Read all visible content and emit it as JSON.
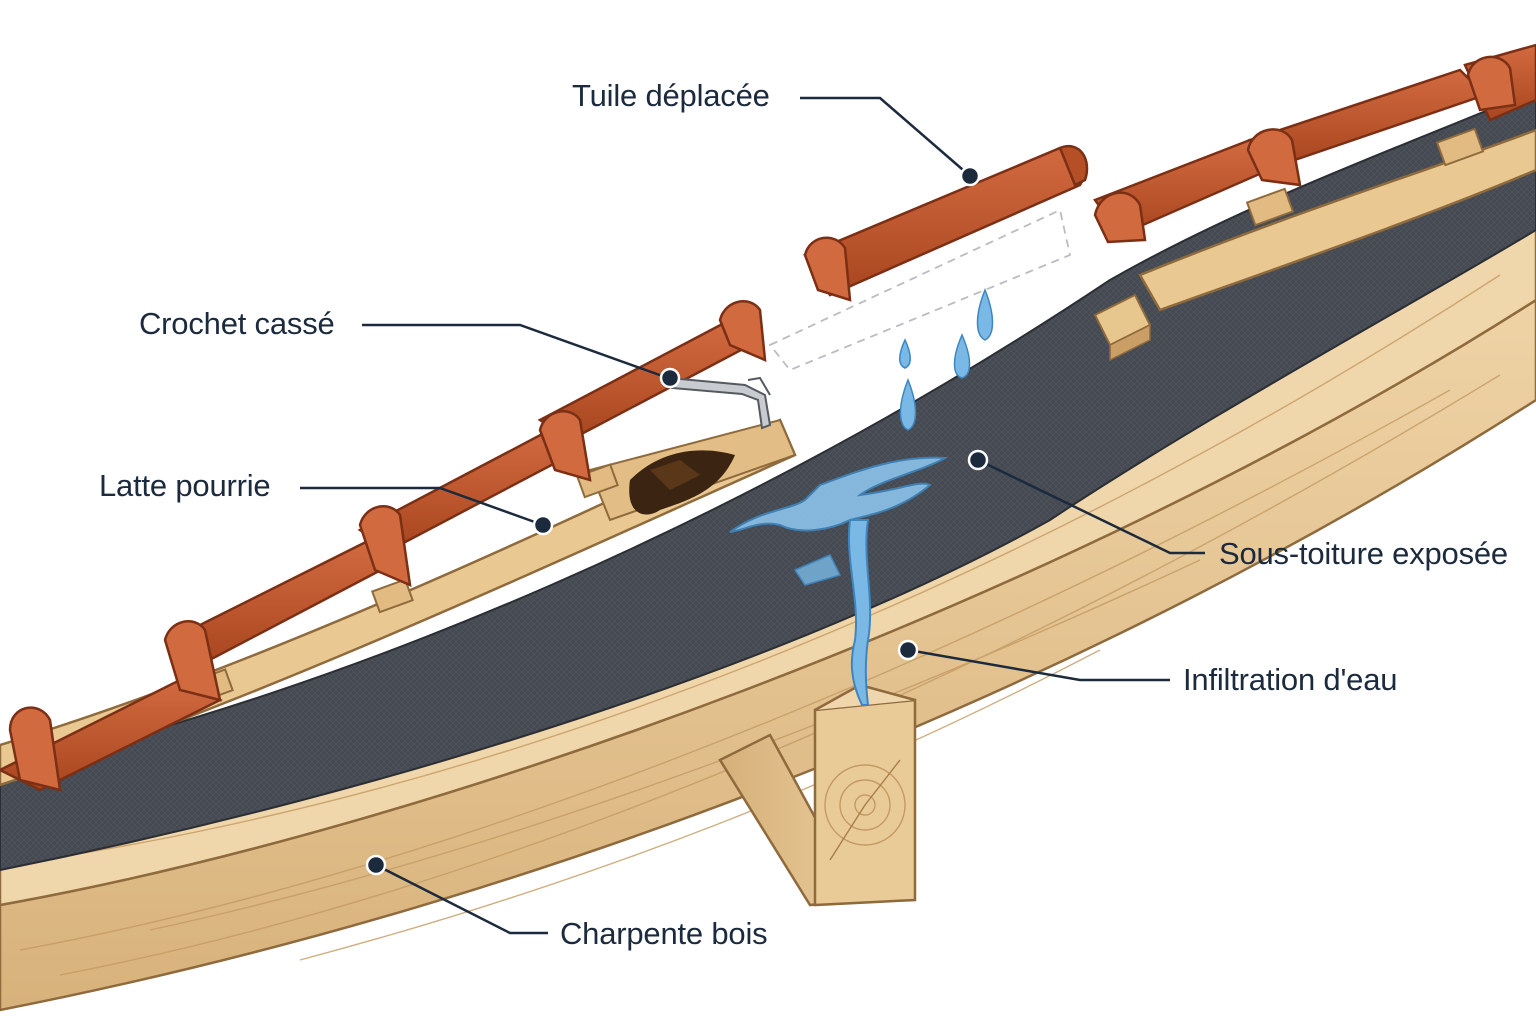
{
  "diagram": {
    "labels": {
      "tuile": "Tuile déplacée",
      "crochet": "Crochet cassé",
      "latte": "Latte pourrie",
      "sous_toiture": "Sous-toiture exposée",
      "infiltration": "Infiltration d'eau",
      "charpente": "Charpente bois"
    }
  },
  "colors": {
    "tile": "#c1542f",
    "tile_dark": "#8e3a1d",
    "wood": "#e5c593",
    "wood_dark": "#b98f5a",
    "membrane": "#43474f",
    "water": "#7ab9e6",
    "label_text": "#1c2a3e",
    "leader": "#1c2a3e"
  }
}
